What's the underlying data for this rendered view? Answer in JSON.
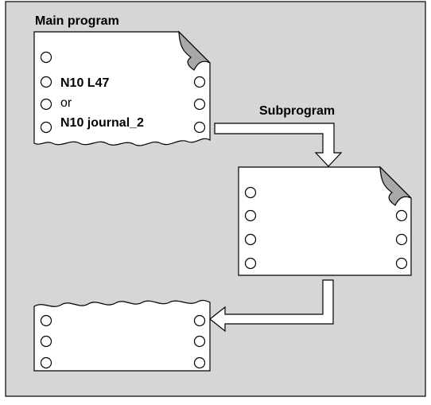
{
  "diagram": {
    "main_program": {
      "title": "Main program",
      "call_primary": "N10 L47",
      "call_connector": "or",
      "call_alternative": "N10 journal_2"
    },
    "subprogram": {
      "title": "Subprogram"
    }
  },
  "colors": {
    "background": "#d6d6d6",
    "sheet": "#ffffff",
    "fold": "#a8a8a8",
    "outline": "#000000"
  }
}
